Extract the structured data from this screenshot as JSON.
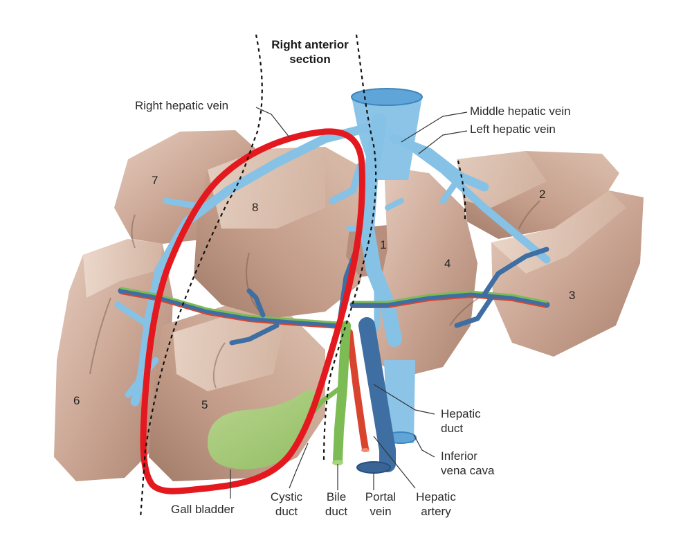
{
  "header": {
    "title_line1": "Right anterior",
    "title_line2": "section"
  },
  "segments": {
    "s1": "1",
    "s2": "2",
    "s3": "3",
    "s4": "4",
    "s5": "5",
    "s6": "6",
    "s7": "7",
    "s8": "8"
  },
  "labels": {
    "right_hepatic_vein": "Right hepatic vein",
    "middle_hepatic_vein": "Middle hepatic vein",
    "left_hepatic_vein": "Left hepatic vein",
    "hepatic_duct_line1": "Hepatic",
    "hepatic_duct_line2": "duct",
    "ivc_line1": "Inferior",
    "ivc_line2": "vena cava",
    "gall_bladder": "Gall bladder",
    "cystic_duct_line1": "Cystic",
    "cystic_duct_line2": "duct",
    "bile_duct_line1": "Bile",
    "bile_duct_line2": "duct",
    "portal_vein_line1": "Portal",
    "portal_vein_line2": "vein",
    "hepatic_artery_line1": "Hepatic",
    "hepatic_artery_line2": "artery"
  },
  "colors": {
    "liver": "#c9a391",
    "liver_light": "#e2c9bb",
    "liver_dark": "#a8826f",
    "hepatic_vein": "#5b9bd0",
    "portal_vein": "#3f6ea3",
    "bile_duct": "#7dbb55",
    "hepatic_artery": "#d9442f",
    "highlight": "#e3191f"
  }
}
